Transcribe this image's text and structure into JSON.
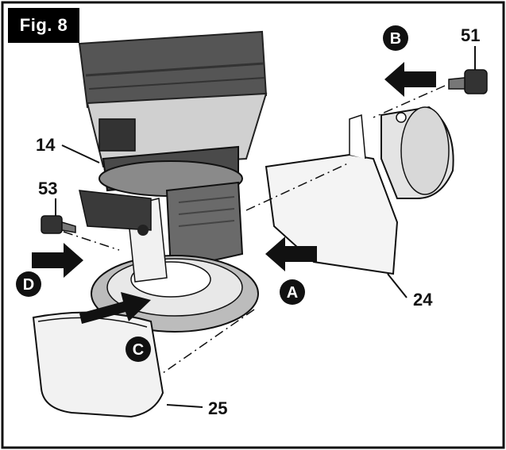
{
  "figure": {
    "label": "Fig. 8"
  },
  "callouts": {
    "n51": "51",
    "n14": "14",
    "n53": "53",
    "n24": "24",
    "n25": "25"
  },
  "steps": {
    "A": "A",
    "B": "B",
    "C": "C",
    "D": "D"
  }
}
